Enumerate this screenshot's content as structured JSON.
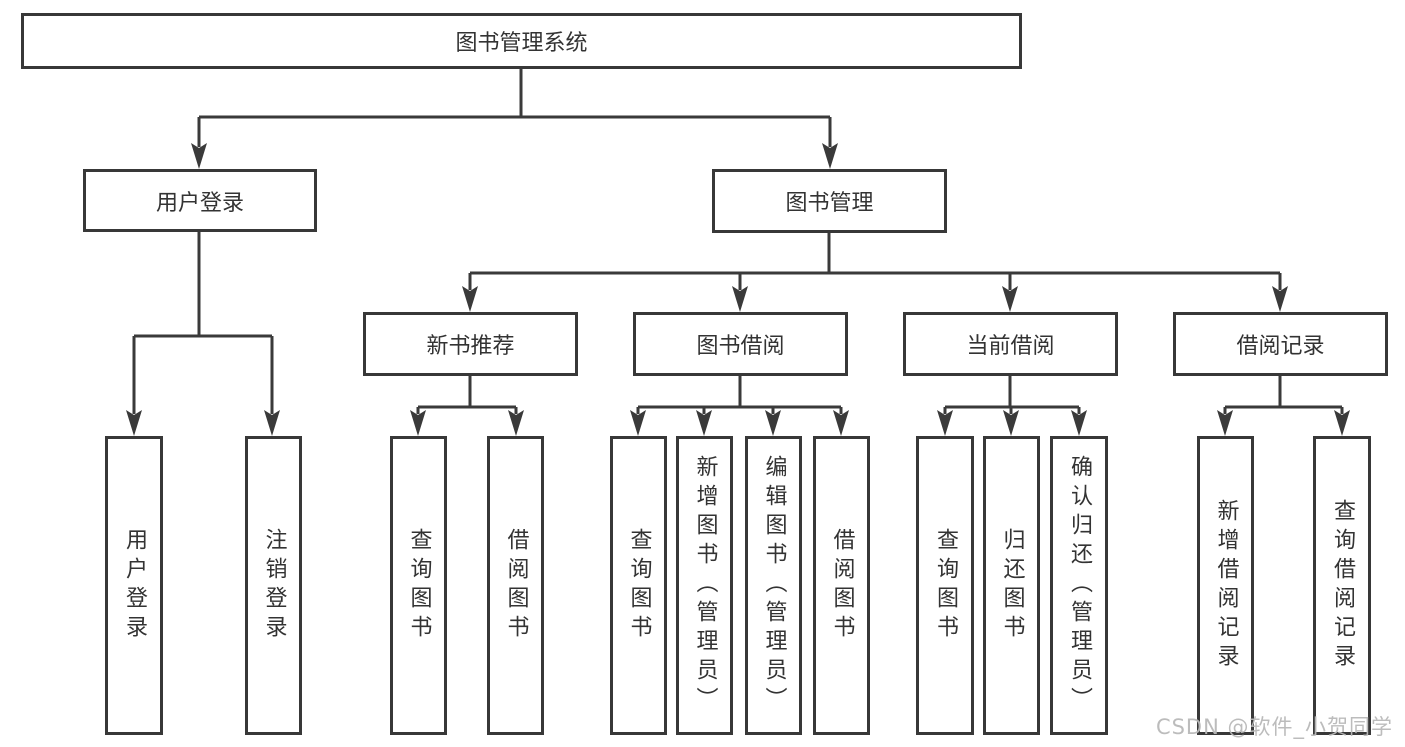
{
  "diagram": {
    "root": {
      "label": "图书管理系统"
    },
    "branches": [
      {
        "label": "用户登录",
        "children": [
          {
            "label": "用户登录"
          },
          {
            "label": "注销登录"
          }
        ]
      },
      {
        "label": "图书管理",
        "children": [
          {
            "label": "新书推荐",
            "children": [
              {
                "label": "查询图书"
              },
              {
                "label": "借阅图书"
              }
            ]
          },
          {
            "label": "图书借阅",
            "children": [
              {
                "label": "查询图书"
              },
              {
                "label": "新增图书（管理员）"
              },
              {
                "label": "编辑图书（管理员）"
              },
              {
                "label": "借阅图书"
              }
            ]
          },
          {
            "label": "当前借阅",
            "children": [
              {
                "label": "查询图书"
              },
              {
                "label": "归还图书"
              },
              {
                "label": "确认归还（管理员）"
              }
            ]
          },
          {
            "label": "借阅记录",
            "children": [
              {
                "label": "新增借阅记录"
              },
              {
                "label": "查询借阅记录"
              }
            ]
          }
        ]
      }
    ]
  },
  "watermark": {
    "text": "CSDN @软件_小贺同学"
  },
  "colors": {
    "line": "#3a3a3a",
    "box_border": "#383838",
    "box_fill": "#ffffff",
    "text": "#333333",
    "watermark": "#b9b9b9",
    "background": "#ffffff"
  }
}
